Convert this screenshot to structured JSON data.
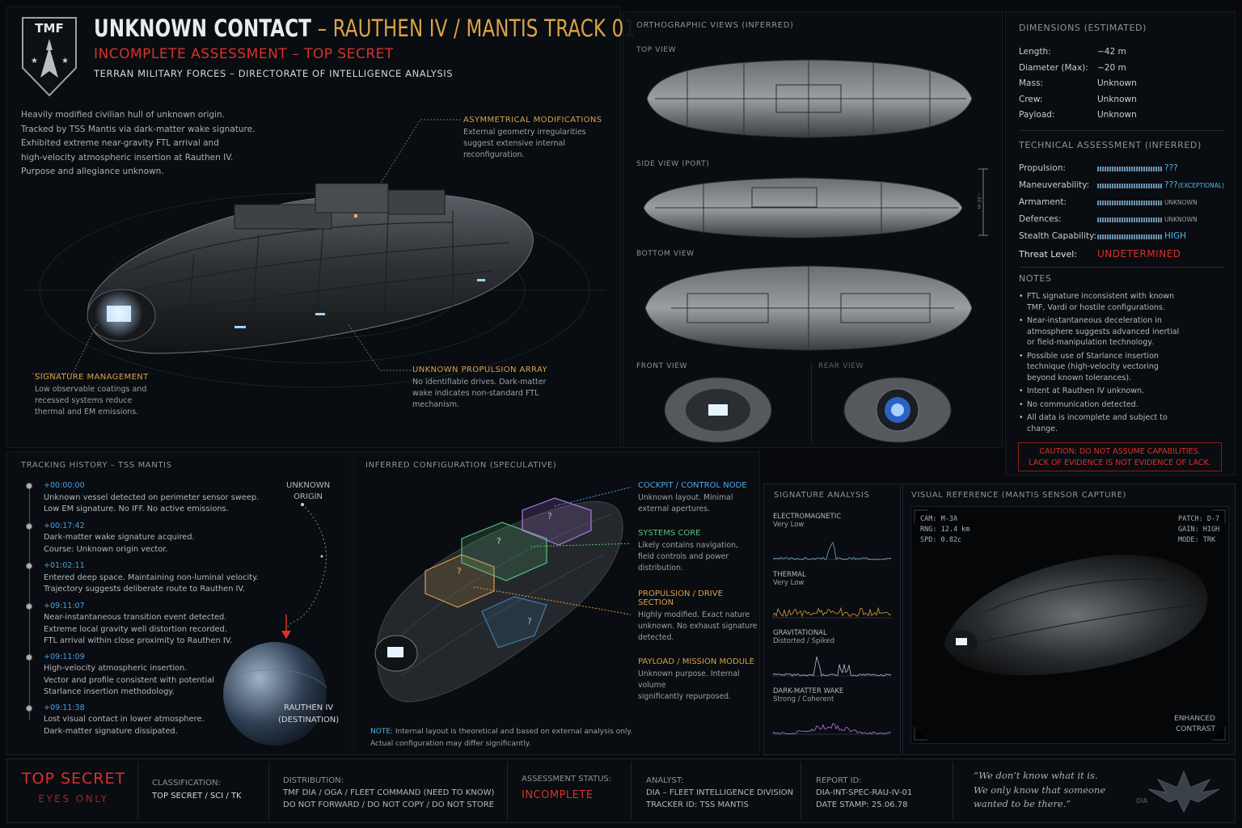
{
  "header": {
    "logo": "TMF",
    "title_main": "UNKNOWN CONTACT",
    "title_sub": " – RAUTHEN IV / MANTIS TRACK 01",
    "subtitle": "INCOMPLETE ASSESSMENT – TOP SECRET",
    "org": "TERRAN MILITARY FORCES – DIRECTORATE OF INTELLIGENCE ANALYSIS"
  },
  "intro": [
    "Heavily modified civilian hull of unknown origin.",
    "Tracked by TSS Mantis via dark-matter wake signature.",
    "Exhibited extreme near-gravity FTL arrival and",
    "high-velocity atmospheric insertion at Rauthen IV.",
    "Purpose and allegiance unknown."
  ],
  "callouts": {
    "asym": {
      "title": "ASYMMETRICAL MODIFICATIONS",
      "lines": [
        "External geometry irregularities",
        "suggest extensive internal",
        "reconfiguration."
      ]
    },
    "sig": {
      "title": "SIGNATURE MANAGEMENT",
      "lines": [
        "Low observable coatings and",
        "recessed systems reduce",
        "thermal and EM emissions."
      ]
    },
    "prop": {
      "title": "UNKNOWN PROPULSION ARRAY",
      "lines": [
        "No identifiable drives. Dark-matter",
        "wake indicates non-standard FTL",
        "mechanism."
      ]
    }
  },
  "ortho": {
    "title": "ORTHOGRAPHIC VIEWS (INFERRED)",
    "top": "TOP VIEW",
    "side": "SIDE VIEW (PORT)",
    "bottom": "BOTTOM VIEW",
    "front": "FRONT VIEW",
    "rear": "REAR VIEW",
    "side_dim": "~20 m"
  },
  "dimensions": {
    "title": "DIMENSIONS (ESTIMATED)",
    "rows": [
      {
        "k": "Length:",
        "v": "~42 m"
      },
      {
        "k": "Diameter (Max):",
        "v": "~20 m"
      },
      {
        "k": "Mass:",
        "v": "Unknown"
      },
      {
        "k": "Crew:",
        "v": "Unknown"
      },
      {
        "k": "Payload:",
        "v": "Unknown"
      }
    ]
  },
  "tech": {
    "title": "TECHNICAL ASSESSMENT (INFERRED)",
    "rows": [
      {
        "k": "Propulsion:",
        "v": "???"
      },
      {
        "k": "Maneuverability:",
        "v": "??? ",
        "note": "(EXCEPTIONAL)"
      },
      {
        "k": "Armament:",
        "v": "UNKNOWN"
      },
      {
        "k": "Defences:",
        "v": "UNKNOWN"
      },
      {
        "k": "Stealth Capability:",
        "v": "HIGH"
      }
    ],
    "threat_k": "Threat Level:",
    "threat_v": "UNDETERMINED"
  },
  "notes": {
    "title": "NOTES",
    "items": [
      [
        "FTL signature inconsistent with known",
        "TMF, Vardi or hostile configurations."
      ],
      [
        "Near-instantaneous deceleration in",
        "atmosphere suggests advanced inertial",
        "or field-manipulation technology."
      ],
      [
        "Possible use of Starlance insertion",
        "technique (high-velocity vectoring",
        "beyond known tolerances)."
      ],
      [
        "Intent at Rauthen IV unknown."
      ],
      [
        "No communication detected."
      ],
      [
        "All data is incomplete and subject to",
        "change."
      ]
    ],
    "caution1": "CAUTION: DO NOT ASSUME CAPABILITIES.",
    "caution2": "LACK OF EVIDENCE IS NOT EVIDENCE OF LACK."
  },
  "tracking": {
    "title": "TRACKING HISTORY – TSS MANTIS",
    "origin": [
      "UNKNOWN",
      "ORIGIN"
    ],
    "dest": [
      "RAUTHEN IV",
      "(DESTINATION)"
    ],
    "events": [
      {
        "t": "+00:00:00",
        "lines": [
          "Unknown vessel detected on perimeter sensor sweep.",
          "Low EM signature. No IFF. No active emissions."
        ]
      },
      {
        "t": "+00:17:42",
        "lines": [
          "Dark-matter wake signature acquired.",
          "Course: Unknown origin vector."
        ]
      },
      {
        "t": "+01:02:11",
        "lines": [
          "Entered deep space. Maintaining non-luminal velocity.",
          "Trajectory suggests deliberate route to Rauthen IV."
        ]
      },
      {
        "t": "+09:11:07",
        "lines": [
          "Near-instantaneous transition event detected.",
          "Extreme local gravity well distortion recorded.",
          "FTL arrival within close proximity to Rauthen IV."
        ]
      },
      {
        "t": "+09:11:09",
        "lines": [
          "High-velocity atmospheric insertion.",
          "Vector and profile consistent with potential",
          "Starlance insertion methodology."
        ]
      },
      {
        "t": "+09:11:38",
        "lines": [
          "Lost visual contact in lower atmosphere.",
          "Dark-matter signature dissipated."
        ]
      }
    ]
  },
  "config": {
    "title": "INFERRED CONFIGURATION (SPECULATIVE)",
    "items": [
      {
        "title": "COCKPIT / CONTROL NODE",
        "color": "#4ca9e8",
        "lines": [
          "Unknown layout. Minimal",
          "external apertures."
        ]
      },
      {
        "title": "SYSTEMS CORE",
        "color": "#5bc17a",
        "lines": [
          "Likely contains navigation,",
          "field controls and power",
          "distribution."
        ]
      },
      {
        "title": "PROPULSION / DRIVE SECTION",
        "color": "#d7a04c",
        "lines": [
          "Highly modified. Exact nature",
          "unknown. No exhaust signature",
          "detected."
        ]
      },
      {
        "title": "PAYLOAD / MISSION MODULE",
        "color": "#d7a04c",
        "lines": [
          "Unknown purpose. Internal volume",
          "significantly repurposed."
        ]
      }
    ],
    "note_k": "NOTE:",
    "note1": " Internal layout is theoretical and based on external analysis only.",
    "note2": "Actual configuration may differ significantly.",
    "mark": "?"
  },
  "signature": {
    "title": "SIGNATURE ANALYSIS",
    "items": [
      {
        "name": "ELECTROMAGNETIC",
        "level": "Very Low",
        "color": "#7aa6c8"
      },
      {
        "name": "THERMAL",
        "level": "Very Low",
        "color": "#d99a3a"
      },
      {
        "name": "GRAVITATIONAL",
        "level": "Distorted / Spiked",
        "color": "#a8c6d8"
      },
      {
        "name": "DARK-MATTER WAKE",
        "level": "Strong / Coherent",
        "color": "#b27be6"
      }
    ]
  },
  "visual": {
    "title": "VISUAL REFERENCE (MANTIS SENSOR CAPTURE)",
    "left": [
      "CAM: M-3A",
      "RNG: 12.4 km",
      "SPD: 0.82c"
    ],
    "right": [
      "PATCH: D-7",
      "GAIN: HIGH",
      "MODE: TRK"
    ],
    "enh": [
      "ENHANCED",
      "CONTRAST"
    ]
  },
  "footer": {
    "ts1": "TOP SECRET",
    "ts2": "EYES ONLY",
    "class_k": "CLASSIFICATION:",
    "class_v": "TOP SECRET / SCI / TK",
    "dist_k": "DISTRIBUTION:",
    "dist_v1": "TMF DIA / OGA / FLEET COMMAND (NEED TO KNOW)",
    "dist_v2": "DO NOT FORWARD / DO NOT COPY / DO NOT STORE",
    "status_k": "ASSESSMENT STATUS:",
    "status_v": "INCOMPLETE",
    "analyst_k": "ANALYST:",
    "analyst_v1": "DIA – FLEET INTELLIGENCE DIVISION",
    "analyst_v2": "TRACKER ID: TSS MANTIS",
    "report_k": "REPORT ID:",
    "report_v": "DIA-INT-SPEC-RAU-IV-01",
    "date_k": "DATE STAMP: 25.06.78",
    "quote1": "“We don’t know what it is.",
    "quote2": "We only know that someone",
    "quote3": "wanted to be there.”",
    "seal": "DIA"
  }
}
